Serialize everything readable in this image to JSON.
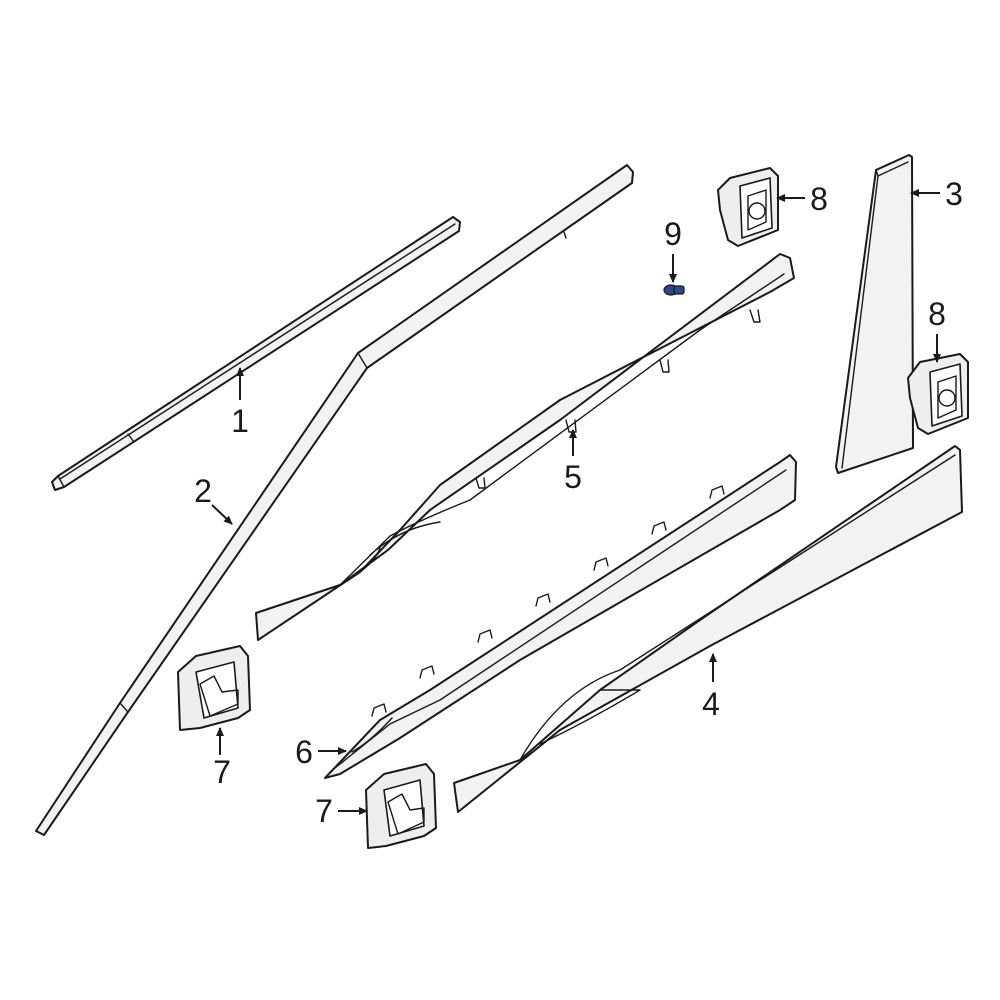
{
  "callouts": {
    "c1": "1",
    "c2": "2",
    "c3": "3",
    "c4": "4",
    "c5": "5",
    "c6": "6",
    "c7a": "7",
    "c7b": "7",
    "c8a": "8",
    "c8b": "8",
    "c9": "9"
  },
  "colors": {
    "line": "#1a1a1a",
    "part_fill": "#f2f2f2",
    "screw": "#2b4a8c"
  }
}
